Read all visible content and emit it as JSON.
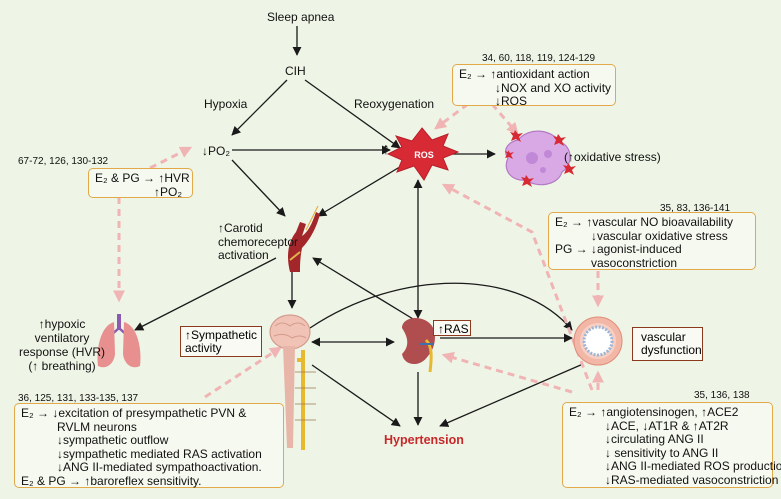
{
  "title": "Sleep apnea",
  "nodes": {
    "cih": "CIH",
    "hypoxia": "Hypoxia",
    "reoxygenation": "Reoxygenation",
    "po2": "↓PO₂",
    "ros_arrow": "↑",
    "ros": "ROS",
    "oxidative_stress": "(↑oxidative stress)",
    "carotid": [
      "↑Carotid",
      "chemoreceptor",
      "activation"
    ],
    "hvr": [
      "↑hypoxic",
      "ventilatory",
      "response (HVR)",
      "(↑ breathing)"
    ],
    "sympathetic": [
      "↑Sympathetic",
      "activity"
    ],
    "ras": "↑RAS",
    "vascular": [
      "vascular",
      "dysfunction"
    ],
    "hypertension": "Hypertension"
  },
  "refs": {
    "ros_box": "34, 60, 118, 119, 124-129",
    "hvr_box": "67-72, 126, 130-132",
    "vascular_box": "35, 83, 136-141",
    "sympathetic_box": "36, 125, 131, 133-135, 137",
    "ras_box": "35, 136, 138"
  },
  "boxes": {
    "ros_box": [
      "E₂ → ↑antioxidant action",
      "↓NOX and XO activity",
      "↓ROS"
    ],
    "hvr_box": [
      "E₂ & PG → ↑HVR",
      "↑PO₂"
    ],
    "vascular_box": [
      "E₂ → ↑vascular NO bioavailability",
      "↓vascular oxidative stress",
      "PG → ↓agonist-induced",
      "vasoconstriction"
    ],
    "sympathetic_box": [
      "E₂ → ↓excitation of presympathetic PVN &",
      "RVLM neurons",
      "↓sympathetic outflow",
      "↓sympathetic mediated RAS activation",
      "↓ANG II-mediated sympathoactivation.",
      "E₂ & PG → ↑baroreflex sensitivity."
    ],
    "ras_box": [
      "E₂ → ↑angiotensinogen, ↑ACE2",
      "↓ACE, ↓AT1R & ↑AT2R",
      "↓circulating ANG II",
      "↓ sensitivity to ANG II",
      "↓ANG II-mediated ROS production",
      "↓RAS-mediated vasoconstriction"
    ]
  },
  "colors": {
    "background": "#eef5e6",
    "box_border": "#e2a94a",
    "node_border": "#8b3a1e",
    "ros_star": "#d72a35",
    "hypertension": "#c8282a",
    "dashed_arrow": "#f0b4b4",
    "solid_arrow": "#1a1a1a"
  },
  "icons": [
    "lungs-icon",
    "carotid-artery-icon",
    "brain-spinal-cord-icon",
    "kidney-icon",
    "blood-vessel-cross-section-icon",
    "damaged-cell-icon",
    "ros-star-icon"
  ]
}
